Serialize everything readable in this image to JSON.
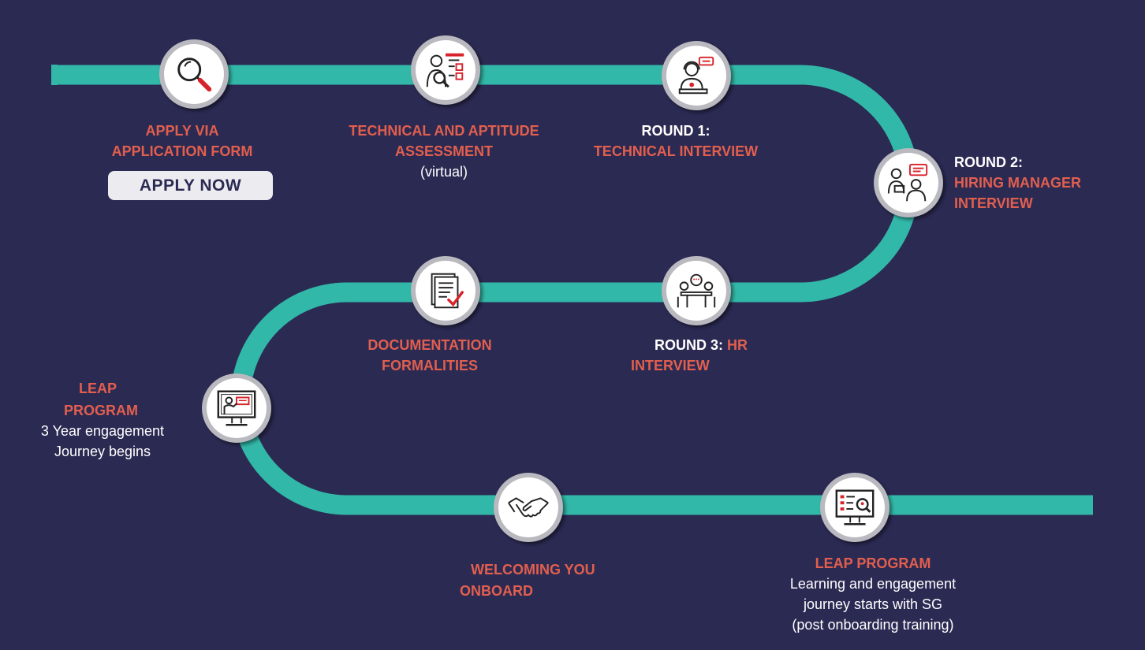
{
  "colors": {
    "background": "#2b2a53",
    "track": "#32b8a8",
    "accent": "#e25f4e",
    "text_light": "#ffffff",
    "button_bg": "#ececf0"
  },
  "steps": {
    "apply": {
      "icon": "magnifier-icon",
      "line1": "APPLY VIA",
      "line2": "APPLICATION FORM",
      "button": "APPLY NOW"
    },
    "assessment": {
      "icon": "assessment-checklist-icon",
      "line1": "TECHNICAL AND APTITUDE",
      "line2": "ASSESSMENT",
      "line3": "(virtual)"
    },
    "round1": {
      "icon": "support-agent-icon",
      "prefix": "ROUND 1:",
      "title": "TECHNICAL INTERVIEW"
    },
    "round2": {
      "icon": "interview-chat-icon",
      "prefix": "ROUND 2:",
      "line1": "HIRING MANAGER",
      "line2": "INTERVIEW"
    },
    "round3": {
      "icon": "meeting-table-icon",
      "prefix": "ROUND 3:",
      "accent": "HR",
      "line2": "INTERVIEW"
    },
    "documentation": {
      "icon": "document-check-icon",
      "line1": "DOCUMENTATION",
      "line2": "FORMALITIES"
    },
    "leap1": {
      "icon": "presentation-screen-icon",
      "line1": "LEAP",
      "line2": "PROGRAM",
      "line3": "3 Year engagement",
      "line4": "Journey begins"
    },
    "welcome": {
      "icon": "handshake-icon",
      "line1": "WELCOMING YOU",
      "line2": "ONBOARD"
    },
    "leap2": {
      "icon": "monitor-search-icon",
      "line1": "LEAP PROGRAM",
      "line2": "Learning and engagement",
      "line3": "journey starts with SG",
      "line4": "(post onboarding training)"
    }
  }
}
